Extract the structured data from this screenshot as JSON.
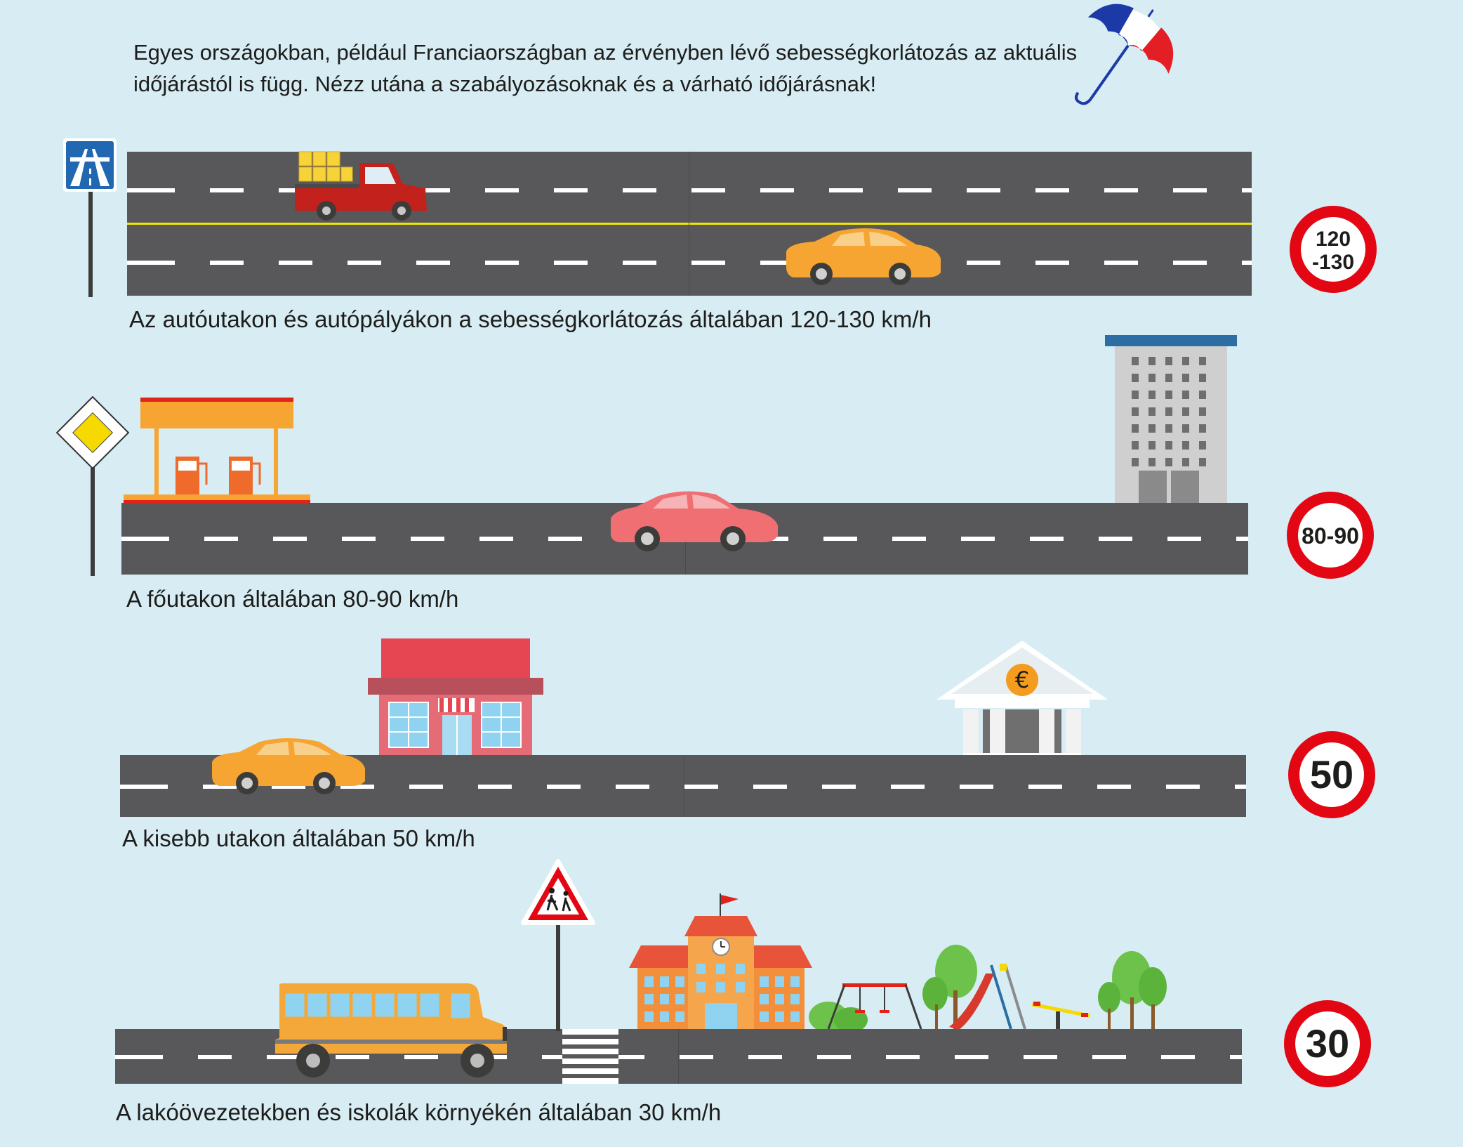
{
  "intro": {
    "text": "Egyes országokban, például Franciaországban az érvényben lévő sebességkorlátozás az aktuális időjárástól is függ. Nézz utána a szabályozásoknak és a várható időjárásnak!"
  },
  "sections": [
    {
      "caption": "Az autóutakon és autópályákon a sebességkorlátozás általában 120-130 km/h",
      "limit_line1": "120",
      "limit_line2": "-130"
    },
    {
      "caption": "A főutakon általában 80-90 km/h",
      "limit": "80-90"
    },
    {
      "caption": "A kisebb utakon általában 50 km/h",
      "limit": "50"
    },
    {
      "caption": "A lakóövezetekben és iskolák környékén általában 30 km/h",
      "limit": "30"
    }
  ],
  "bank_symbol": "€",
  "colors": {
    "sky": "#d7ecf3",
    "road": "#58585a",
    "sign_red": "#e30613",
    "taxi": "#f7a532",
    "truck": "#c3211c",
    "pink_car": "#ef6f73",
    "bus": "#f4a83a",
    "store_red": "#e54651",
    "school": "#f38e3a",
    "tree": "#6cc24a"
  }
}
